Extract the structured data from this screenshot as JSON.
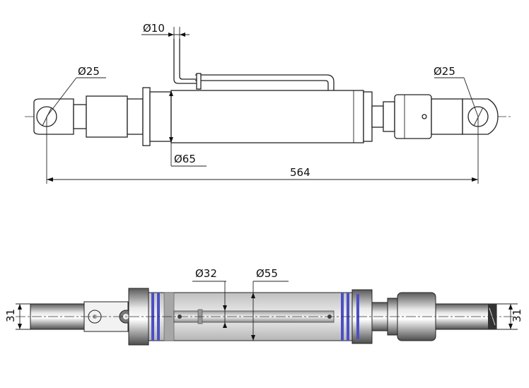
{
  "dimensions": {
    "pin_diameter_left": "Ø25",
    "pin_diameter_right": "Ø25",
    "pipe_diameter": "Ø10",
    "barrel_diameter": "Ø65",
    "overall_length": "564",
    "rod_diameter": "Ø32",
    "bore_diameter": "Ø55",
    "eye_thickness_left": "31",
    "eye_thickness_right": "31"
  },
  "colors": {
    "line": "#222222",
    "seal": "#4b4fc4",
    "steel_dark": "#6e6e6e",
    "steel_light": "#e6e6e6",
    "glass": "#d9d9d9"
  }
}
